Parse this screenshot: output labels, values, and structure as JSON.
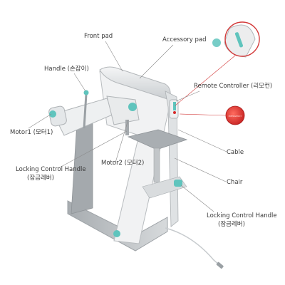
{
  "labels": {
    "front_pad": "Front pad",
    "accessory_pad": "Accessory pad",
    "handle": "Handle (손잡이)",
    "remote_controller": "Remote Controller (리모컨)",
    "motor1": "Motor1 (모터1)",
    "motor2": "Motor2 (모터2)",
    "locking_left_line1": "Locking Control Handle",
    "locking_left_line2": "(잠금레버)",
    "cable": "Cable",
    "chair": "Chair",
    "locking_right_line1": "Locking Control Handle",
    "locking_right_line2": "(잠금레버)"
  },
  "colors": {
    "accent": "#5fc4bd",
    "frame": "#e9ebec",
    "frame_edge": "#b8bcbf",
    "panel_gray": "#9a9fa3",
    "leader": "#8a8a8a",
    "callout_circle": "#d33a3a",
    "remote_button": "#d62b2b"
  },
  "remote_button_text": "EMERGENCY"
}
